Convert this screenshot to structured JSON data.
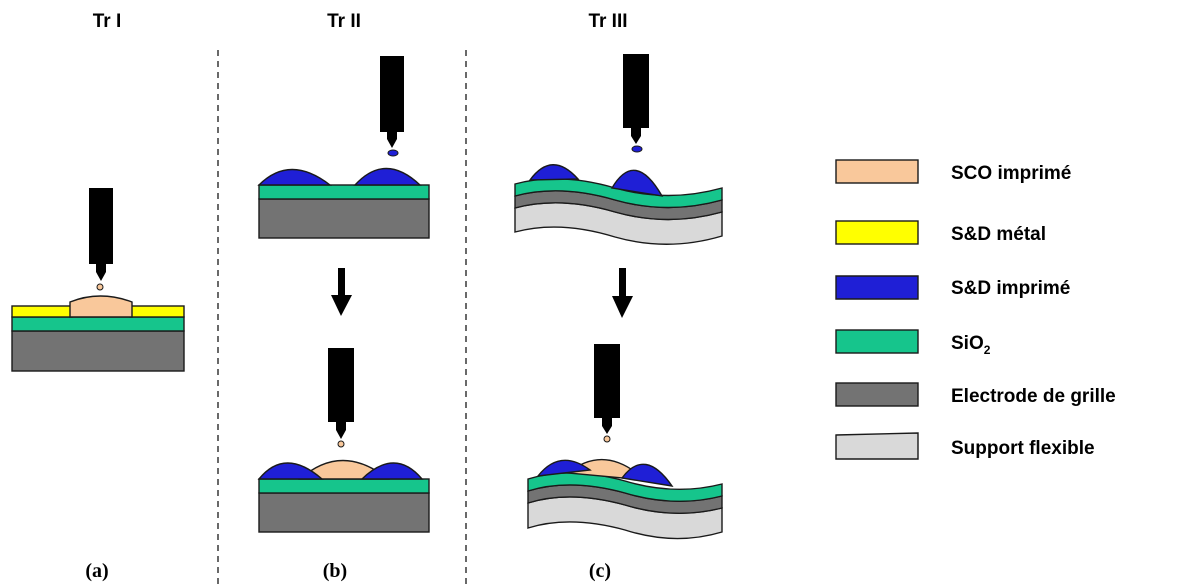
{
  "panels": [
    {
      "title": "Tr I",
      "caption": "(a)"
    },
    {
      "title": "Tr II",
      "caption": "(b)"
    },
    {
      "title": "Tr III",
      "caption": "(c)"
    }
  ],
  "legend": [
    {
      "label": "SCO imprimé",
      "color": "#F9C89B"
    },
    {
      "label": "S&D métal",
      "color": "#FFFF00"
    },
    {
      "label": "S&D imprimé",
      "color": "#1F1FD6"
    },
    {
      "label": "SiO",
      "sub": "2",
      "color": "#16C58C"
    },
    {
      "label": "Electrode de grille",
      "color": "#737373"
    },
    {
      "label": "Support flexible",
      "color": "#D9D9D9"
    }
  ],
  "colors": {
    "sco": "#F9C89B",
    "metal": "#FFFF00",
    "ink": "#1F1FD6",
    "sio2": "#16C58C",
    "gate": "#737373",
    "flex": "#D9D9D9",
    "nozzle": "#000000"
  }
}
